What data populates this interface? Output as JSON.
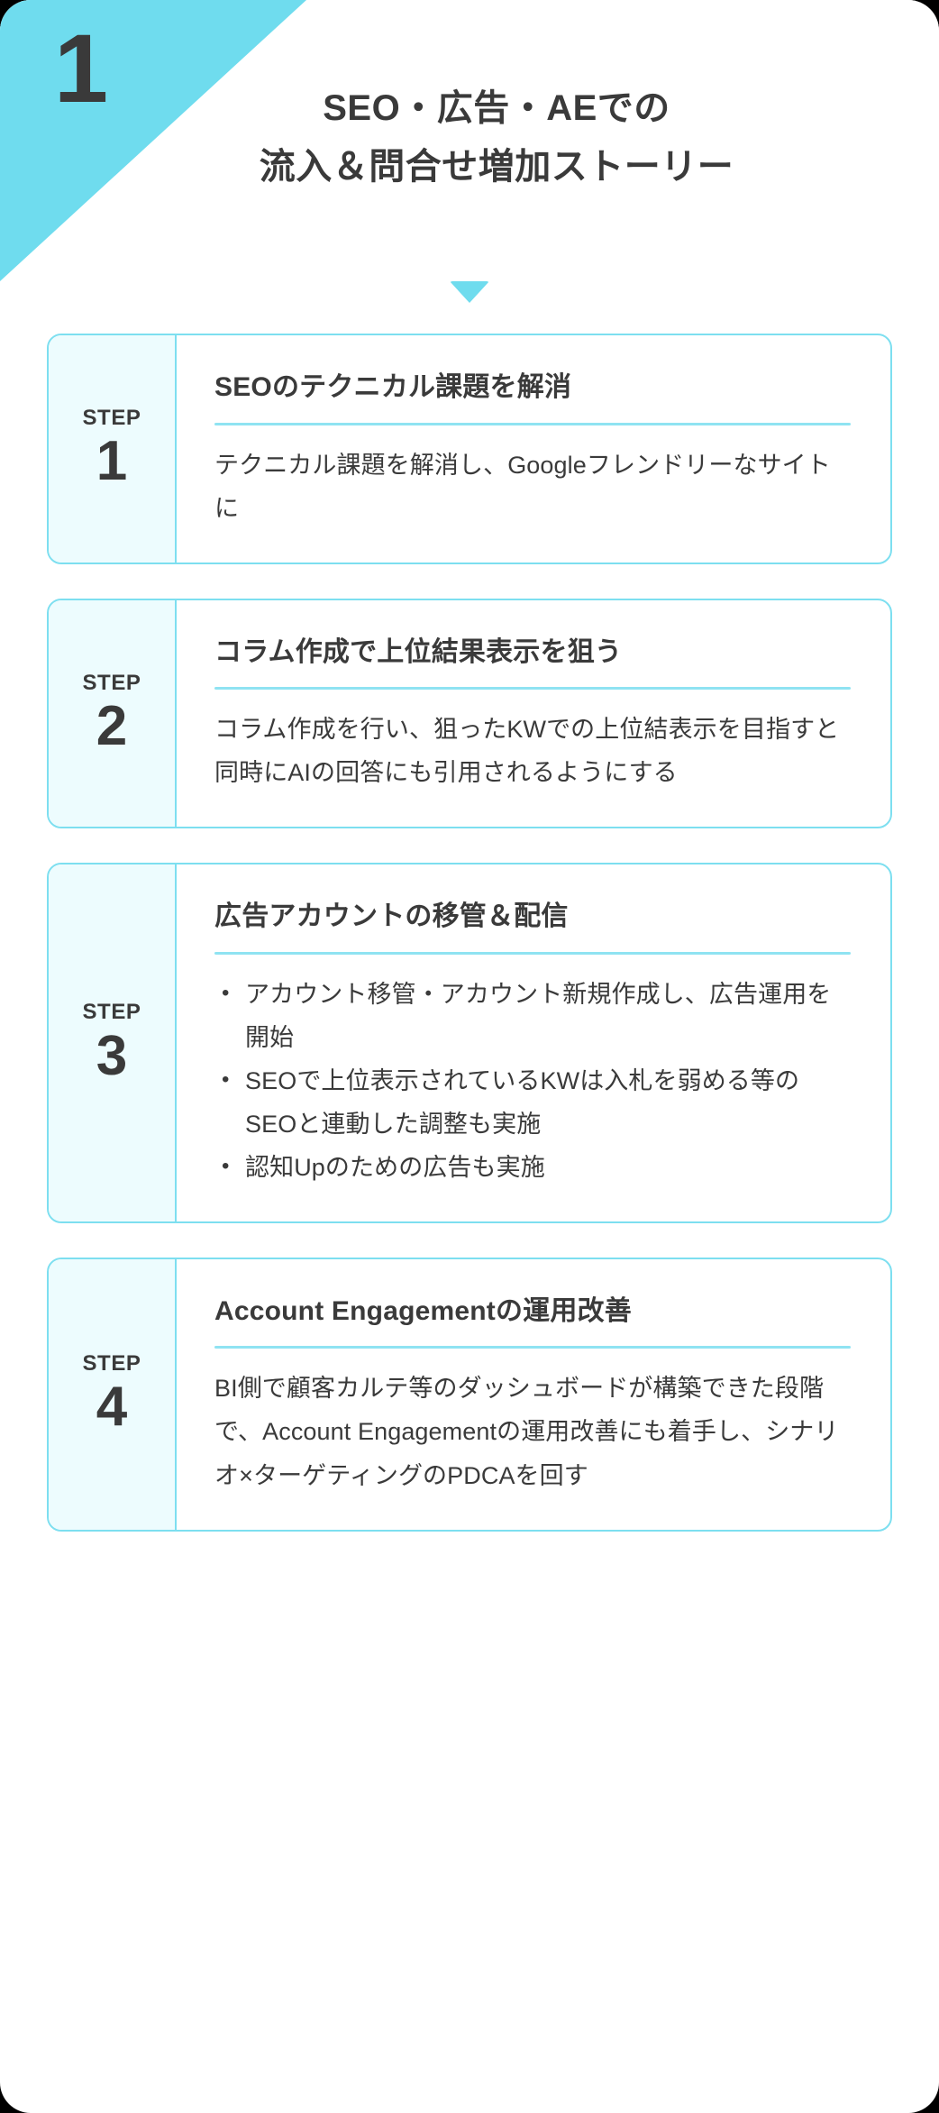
{
  "header": {
    "number": "1",
    "title_line_1": "SEO・広告・AEでの",
    "title_line_2": "流入＆問合せ増加ストーリー",
    "arrow_icon": "chevron-down-triangle-icon",
    "accent_color": "#6fdcee",
    "text_color": "#3a3a3a"
  },
  "steps": [
    {
      "badge_label": "STEP",
      "badge_number": "1",
      "heading": "SEOのテクニカル課題を解消",
      "body": "テクニカル課題を解消し、Googleフレンドリーなサイトに",
      "bullets": []
    },
    {
      "badge_label": "STEP",
      "badge_number": "2",
      "heading": "コラム作成で上位結果表示を狙う",
      "body": "コラム作成を行い、狙ったKWでの上位結表示を目指すと同時にAIの回答にも引用されるようにする",
      "bullets": []
    },
    {
      "badge_label": "STEP",
      "badge_number": "3",
      "heading": "広告アカウントの移管＆配信",
      "body": "",
      "bullets": [
        "アカウント移管・アカウント新規作成し、広告運用を開始",
        "SEOで上位表示されているKWは入札を弱める等のSEOと連動した調整も実施",
        "認知Upのための広告も実施"
      ]
    },
    {
      "badge_label": "STEP",
      "badge_number": "4",
      "heading": "Account Engagementの運用改善",
      "body": "BI側で顧客カルテ等のダッシュボードが構築できた段階で、Account Engagementの運用改善にも着手し、シナリオ×ターゲティングのPDCAを回す",
      "bullets": []
    }
  ],
  "colors": {
    "accent": "#6fdcee",
    "card_border": "#7ddff0",
    "badge_bg": "#edfcfe",
    "rule": "#8fe3f2",
    "text": "#3a3a3a",
    "page_bg": "#ffffff"
  }
}
